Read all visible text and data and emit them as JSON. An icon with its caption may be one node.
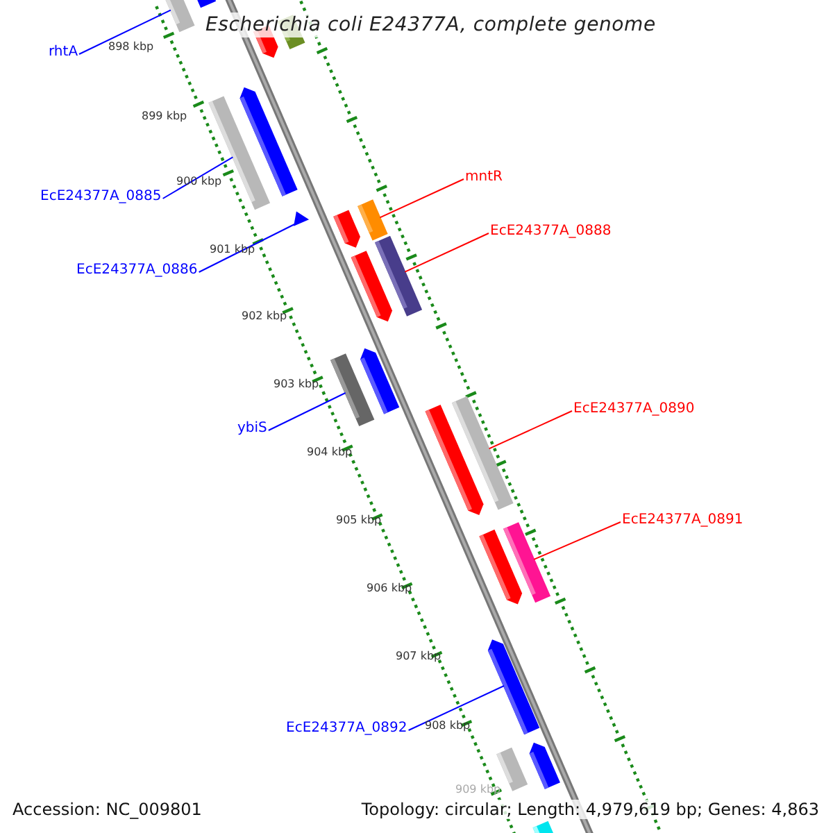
{
  "diagram": {
    "title": "Escherichia coli E24377A, complete genome",
    "nodes": [
      {
        "text": [
          "rhtA"
        ]
      },
      {
        "text": [],
        "shape": "bar"
      },
      {
        "text": [],
        "shape": "bar"
      },
      {
        "text": [],
        "shape": "bar"
      },
      {
        "text": [],
        "shape": "bar"
      },
      {
        "text": [],
        "shape": "bar"
      },
      {
        "text": [],
        "shape": "bar"
      },
      {
        "text": [
          "mntR"
        ]
      },
      {
        "text": [
          "EcE24377A_0885"
        ]
      },
      {
        "text": [],
        "shape": "bar"
      },
      {
        "text": [],
        "shape": "bar"
      },
      {
        "text": [],
        "shape": "bar"
      },
      {
        "text": [
          "EcE24377A_0888"
        ]
      },
      {
        "text": [],
        "shape": "bar"
      },
      {
        "text": [],
        "shape": "bar"
      },
      {
        "text": [
          "EcE24377A_0886"
        ]
      },
      {
        "text": [],
        "shape": "bar"
      },
      {
        "text": [],
        "shape": "bar"
      },
      {
        "text": [
          "ybiS"
        ]
      },
      {
        "text": [
          "EcE24377A_0890"
        ]
      },
      {
        "text": [],
        "shape": "bar"
      },
      {
        "text": [],
        "shape": "bar"
      },
      {
        "text": [
          "EcE24377A_0891"
        ]
      },
      {
        "text": [],
        "shape": "bar"
      },
      {
        "text": [],
        "shape": "bar"
      },
      {
        "text": [],
        "shape": "bar"
      },
      {
        "text": [
          "EcE24377A_0892"
        ]
      },
      {
        "text": [],
        "shape": "bar"
      },
      {
        "text": [],
        "shape": "bar"
      },
      {
        "text": [],
        "shape": "bar"
      }
    ],
    "edges": [
      {
        "from": 0,
        "to": 1,
        "arrow": "none"
      },
      {
        "from": 7,
        "to": 11,
        "arrow": "none",
        "color": "#ff0000"
      },
      {
        "from": 8,
        "to": 6,
        "arrow": "none"
      },
      {
        "from": 12,
        "to": 14,
        "arrow": "none",
        "color": "#ff0000"
      },
      {
        "from": 15,
        "to": 9,
        "arrow": "none"
      },
      {
        "from": 18,
        "to": 16,
        "arrow": "none"
      },
      {
        "from": 19,
        "to": 21,
        "arrow": "none",
        "color": "#ff0000"
      },
      {
        "from": 22,
        "to": 24,
        "arrow": "none",
        "color": "#ff0000"
      },
      {
        "from": 26,
        "to": 25,
        "arrow": "none"
      }
    ],
    "labels": [
      "898 kbp",
      "899 kbp",
      "900 kbp",
      "901 kbp",
      "902 kbp",
      "903 kbp",
      "904 kbp",
      "905 kbp",
      "906 kbp",
      "907 kbp",
      "908 kbp",
      "909 kbp",
      "Accession: NC_009801",
      "Topology: circular; Length: 4,979,619 bp; Genes: 4,863"
    ]
  }
}
